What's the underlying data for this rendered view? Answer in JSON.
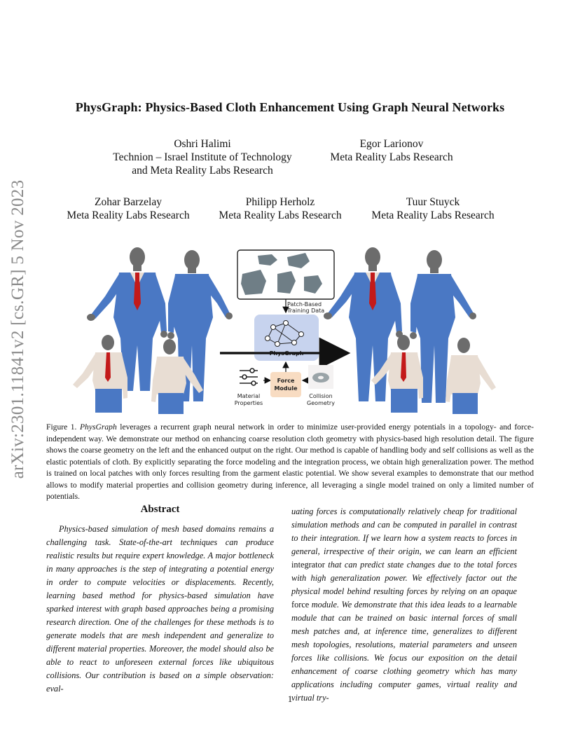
{
  "arxiv_id": "arXiv:2301.11841v2  [cs.GR]  5 Nov 2023",
  "title": "PhysGraph: Physics-Based Cloth Enhancement Using Graph Neural Networks",
  "authors": [
    {
      "name": "Oshri Halimi",
      "affil1": "Technion – Israel Institute of Technology",
      "affil2": "and Meta Reality Labs Research"
    },
    {
      "name": "Egor Larionov",
      "affil1": "Meta Reality Labs Research"
    },
    {
      "name": "Zohar Barzelay",
      "affil1": "Meta Reality Labs Research"
    },
    {
      "name": "Philipp Herholz",
      "affil1": "Meta Reality Labs Research"
    },
    {
      "name": "Tuur Stuyck",
      "affil1": "Meta Reality Labs Research"
    }
  ],
  "figure": {
    "patch_label_1": "Patch-Based",
    "patch_label_2": "Training Data",
    "physgraph_label": "PhysGraph",
    "force_label_1": "Force",
    "force_label_2": "Module",
    "material_label_1": "Material",
    "material_label_2": "Properties",
    "collision_label_1": "Collision",
    "collision_label_2": "Geometry",
    "colors": {
      "suit": "#4a78c4",
      "shirt": "#e8ddd3",
      "tie": "#c31a1a",
      "skin": "#6c6c6c",
      "physgraph_box": "#c7d3ee",
      "force_box": "#f8dcc2",
      "arrow": "#111111",
      "patch": "#6f7e86"
    }
  },
  "caption": {
    "label": "Figure 1.",
    "lead_italic": "PhysGraph",
    "text": " leverages a recurrent graph neural network in order to minimize user-provided energy potentials in a topology- and force-independent way. We demonstrate our method on enhancing coarse resolution cloth geometry with physics-based high resolution detail. The figure shows the coarse geometry on the left and the enhanced output on the right. Our method is capable of handling body and self collisions as well as the elastic potentials of cloth. By explicitly separating the force modeling and the integration process, we obtain high generalization power. The method is trained on local patches with only forces resulting from the garment elastic potential. We show several examples to demonstrate that our method allows to modify material properties and collision geometry during inference, all leveraging a single model trained on only a limited number of potentials."
  },
  "abstract": {
    "heading": "Abstract",
    "left": "Physics-based simulation of mesh based domains remains a challenging task. State-of-the-art techniques can produce realistic results but require expert knowledge. A major bottleneck in many approaches is the step of integrating a potential energy in order to compute velocities or displacements. Recently, learning based method for physics-based simulation have sparked interest with graph based approaches being a promising research direction. One of the challenges for these methods is to generate models that are mesh independent and generalize to different material properties. Moreover, the model should also be able to react to unforeseen external forces like ubiquitous collisions. Our contribution is based on a simple observation: eval-",
    "right_1": "uating forces is computationally relatively cheap for traditional simulation methods and can be computed in parallel in contrast to their integration. If we learn how a system reacts to forces in general, irrespective of their origin, we can learn an efficient ",
    "right_integrator": "integrator",
    "right_2": " that can predict state changes due to the total forces with high generalization power. We effectively factor out the physical model behind resulting forces by relying on an opaque ",
    "right_force": "force",
    "right_3": " module. We demonstrate that this idea leads to a learnable module that can be trained on basic internal forces of small mesh patches and, at inference time, generalizes to different mesh topologies, resolutions, material parameters and unseen forces like collisions. We focus our exposition on the detail enhancement of coarse clothing geometry which has many applications including computer games, virtual reality and virtual try-"
  },
  "page_number": "1"
}
